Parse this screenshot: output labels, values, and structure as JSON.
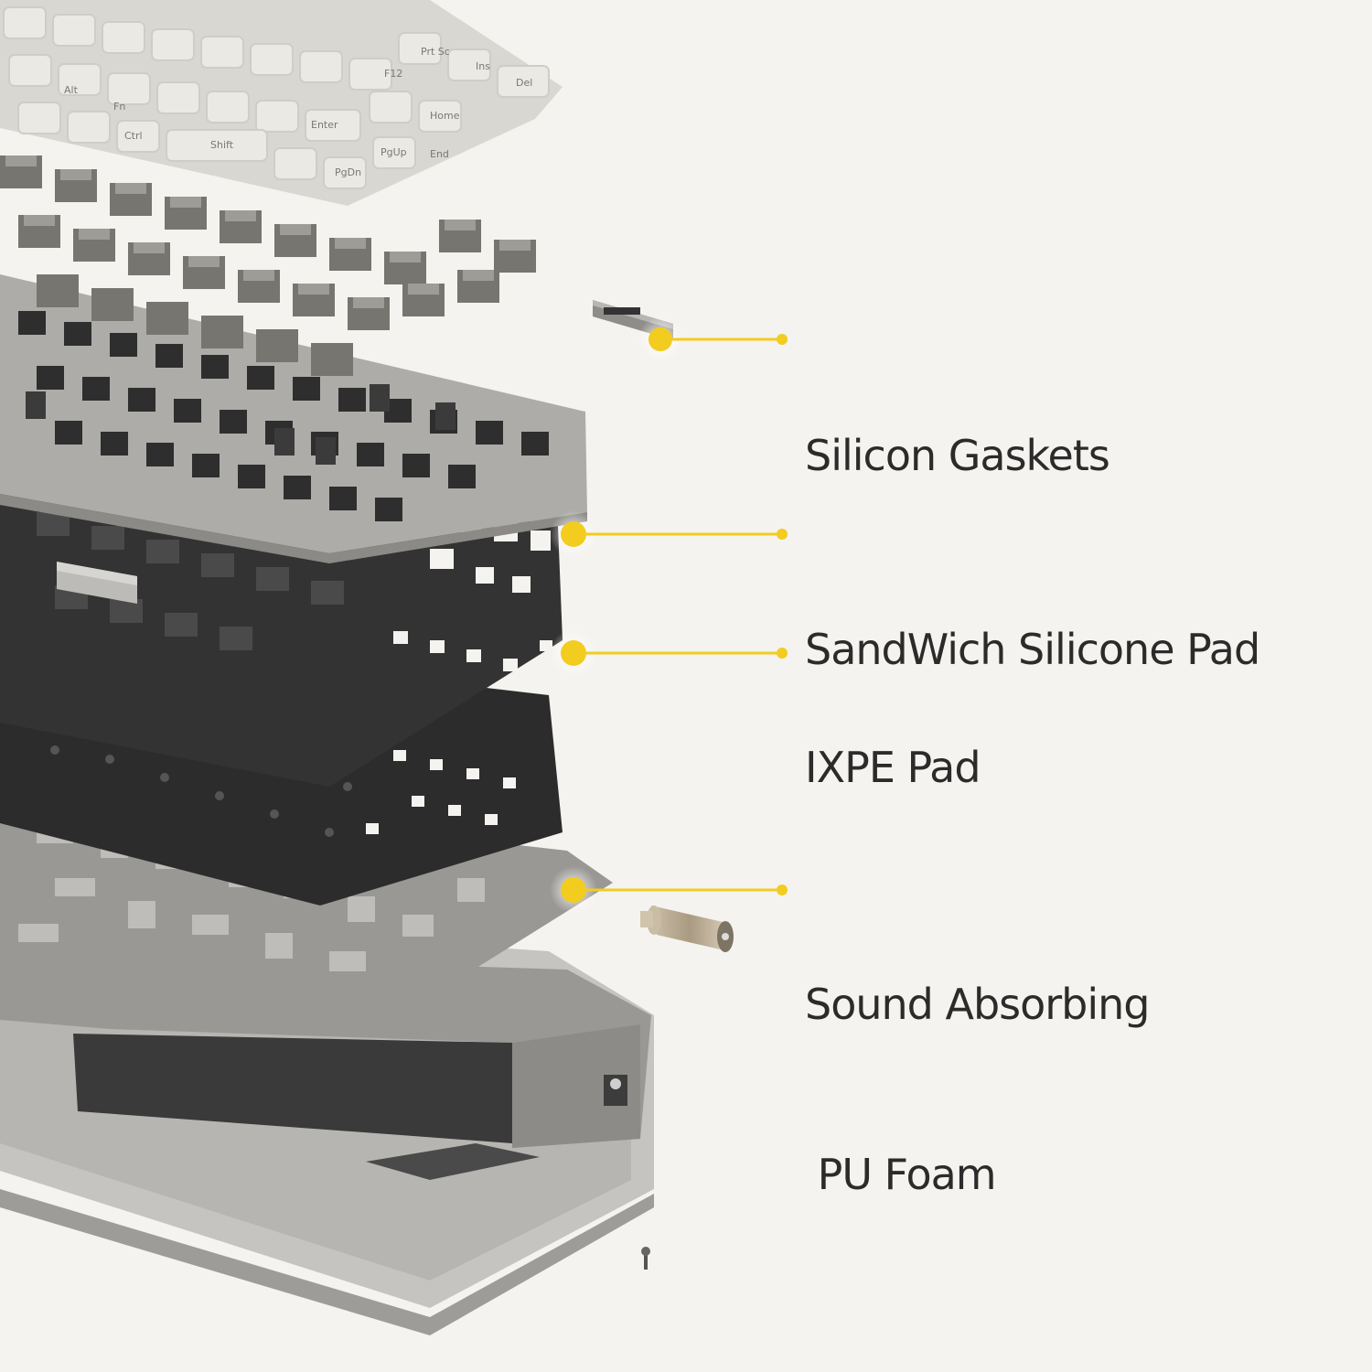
{
  "colors": {
    "background": "#f5f3ef",
    "accent_yellow": "#f2cc1f",
    "label_text": "#2b2b2b",
    "keycap": "#e6e4df",
    "switch_housing": "#6d6b67",
    "plate_gray": "#a8a6a2",
    "pad_black": "#2a2a2a",
    "foam_gray": "#8f8d89",
    "case_gray": "#bdbbb7"
  },
  "callouts": [
    {
      "id": "silicon-gaskets",
      "lines": [
        "Silicon Gaskets"
      ]
    },
    {
      "id": "sandwich-silicone-pad",
      "lines": [
        "SandWich Silicone Pad"
      ]
    },
    {
      "id": "ixpe-pad",
      "lines": [
        "IXPE Pad"
      ]
    },
    {
      "id": "sound-absorbing-pu-foam",
      "lines": [
        "Sound Absorbing",
        " PU Foam"
      ]
    }
  ],
  "keycap_legends": [
    "F12",
    "Prt Sc",
    "Ins",
    "Del",
    "Home",
    "End",
    "PgUp",
    "PgDn",
    "Enter",
    "Shift",
    "Ctrl",
    "Alt",
    "Fn"
  ]
}
